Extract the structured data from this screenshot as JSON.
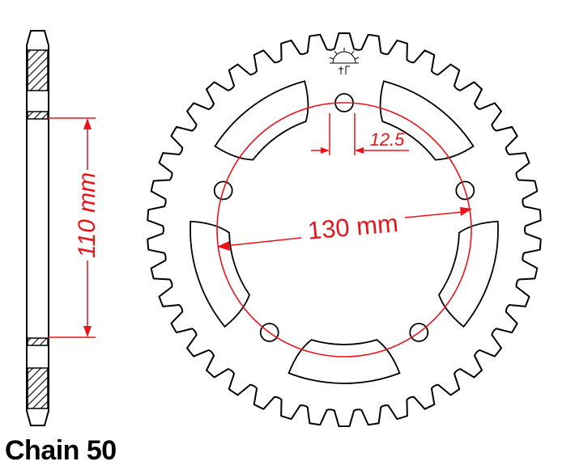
{
  "caption": "Chain 50",
  "dimensions": {
    "side_height": "110 mm",
    "bolt_circle": "130 mm",
    "bolt_hole": "12.5"
  },
  "colors": {
    "line": "#000000",
    "dimension": "#e8141b",
    "background": "#ffffff"
  },
  "sprocket": {
    "teeth": 42,
    "bolt_holes": 5
  }
}
